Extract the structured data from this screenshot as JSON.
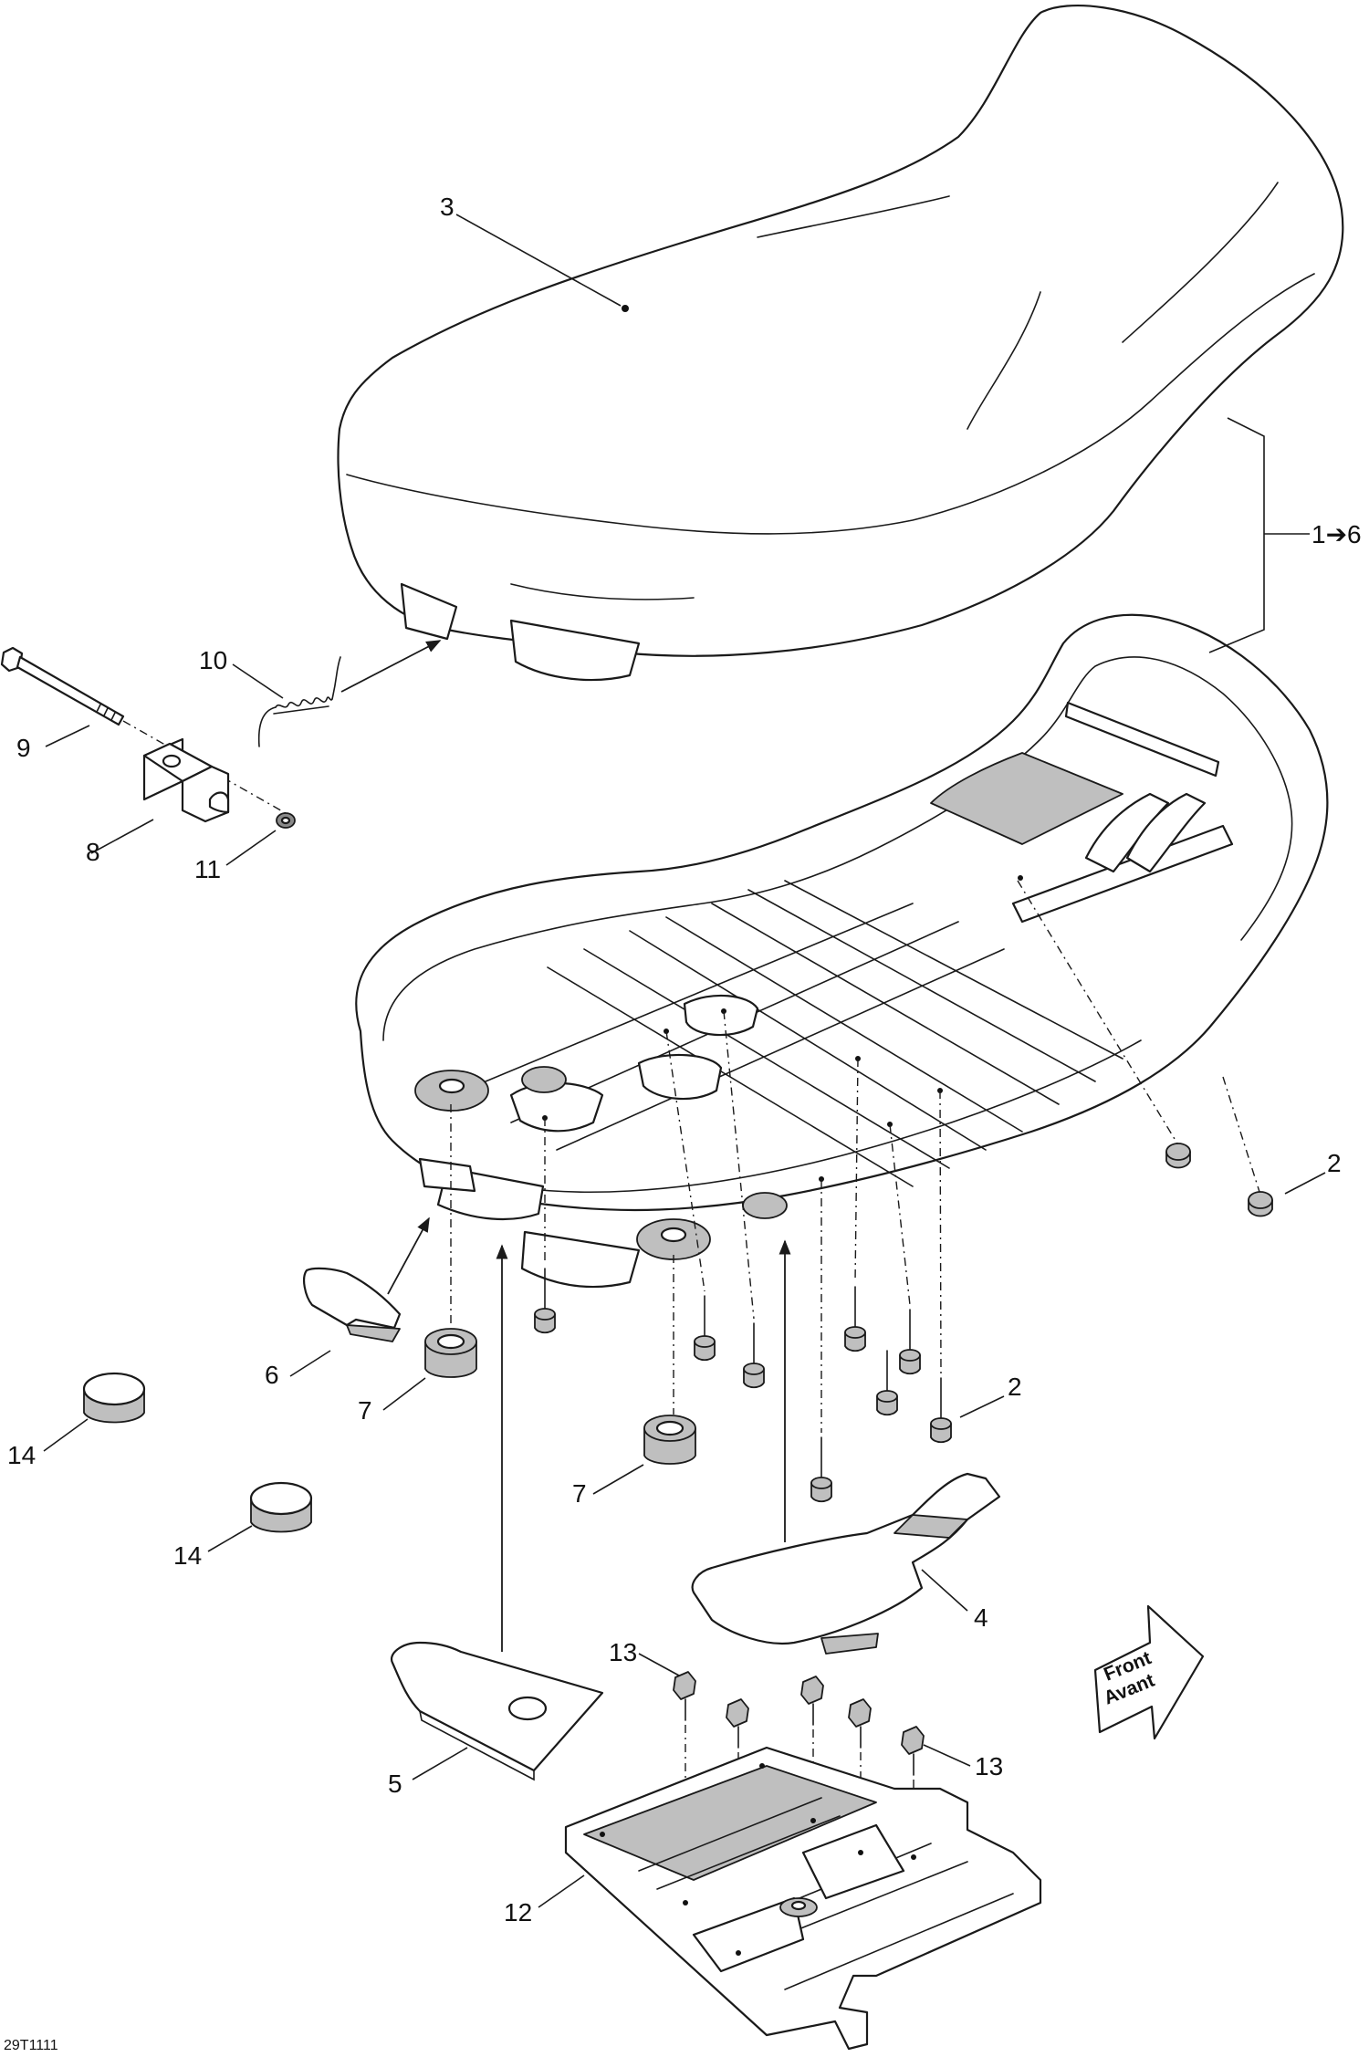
{
  "diagram": {
    "drawing_code": "29T1111",
    "front_label": {
      "line1": "Front",
      "line2": "Avant"
    },
    "group_label": "1➔6",
    "callouts": {
      "seat": "3",
      "spring": "10",
      "bolt": "9",
      "bracket": "8",
      "washer": "11",
      "grommet_right": "2",
      "grommet_lower": "2",
      "cover_left": "6",
      "nut_upper": "7",
      "nut_lower": "7",
      "cap_upper": "14",
      "cap_lower": "14",
      "rear_pad": "4",
      "front_pad": "5",
      "screws_upper": "13",
      "screws_right": "13",
      "skid_plate": "12"
    }
  }
}
